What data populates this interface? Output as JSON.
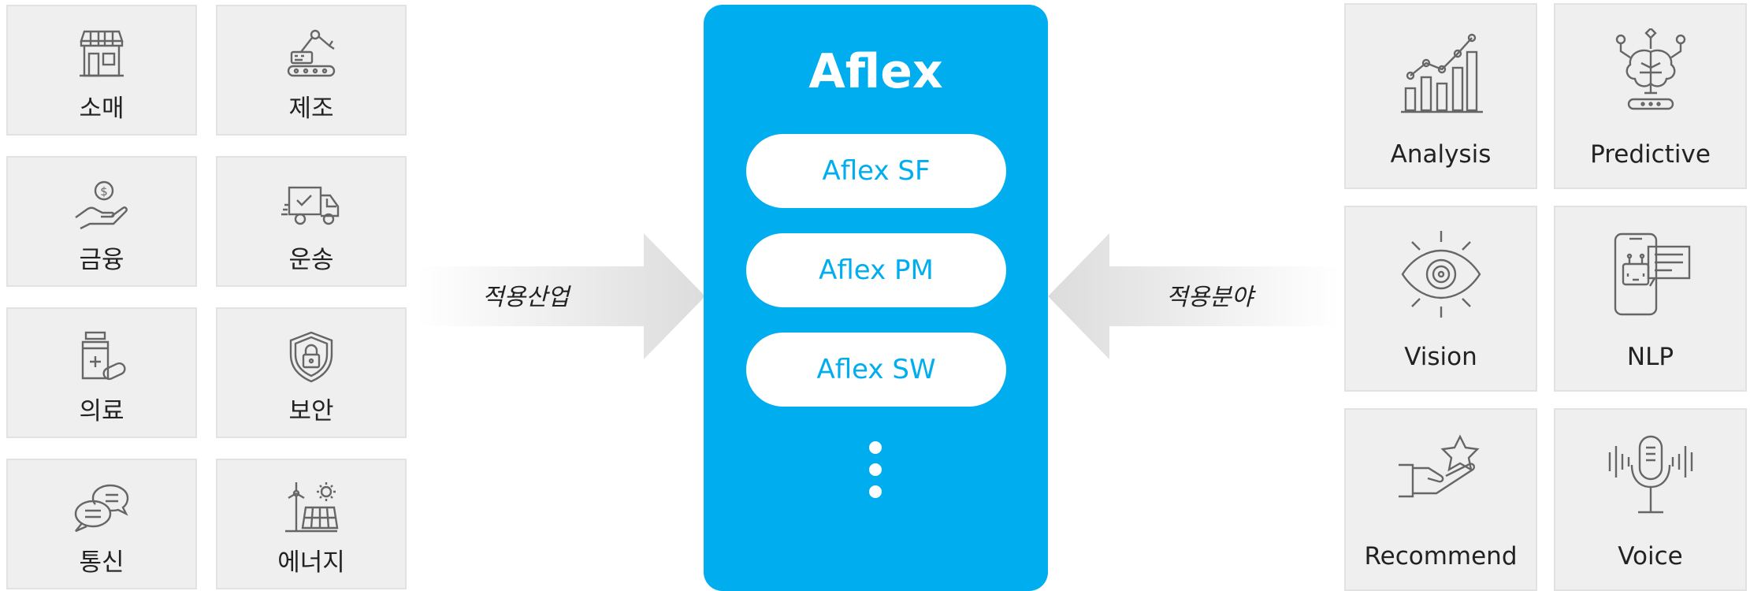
{
  "industries": {
    "arrow_label": "적용산업",
    "items": [
      {
        "label": "소매",
        "icon": "store-icon"
      },
      {
        "label": "제조",
        "icon": "robot-arm-icon"
      },
      {
        "label": "금융",
        "icon": "coin-hand-icon"
      },
      {
        "label": "운송",
        "icon": "truck-icon"
      },
      {
        "label": "의료",
        "icon": "medicine-icon"
      },
      {
        "label": "보안",
        "icon": "shield-lock-icon"
      },
      {
        "label": "통신",
        "icon": "chat-bubbles-icon"
      },
      {
        "label": "에너지",
        "icon": "solar-wind-icon"
      }
    ]
  },
  "platform": {
    "title": "Aflex",
    "products": [
      "Aflex SF",
      "Aflex PM",
      "Aflex SW"
    ],
    "accent_color": "#00adef"
  },
  "fields": {
    "arrow_label": "적용분야",
    "items": [
      {
        "label": "Analysis",
        "icon": "bar-chart-icon"
      },
      {
        "label": "Predictive",
        "icon": "brain-icon"
      },
      {
        "label": "Vision",
        "icon": "eye-icon"
      },
      {
        "label": "NLP",
        "icon": "phone-chat-icon"
      },
      {
        "label": "Recommend",
        "icon": "hand-star-icon"
      },
      {
        "label": "Voice",
        "icon": "microphone-icon"
      }
    ]
  }
}
